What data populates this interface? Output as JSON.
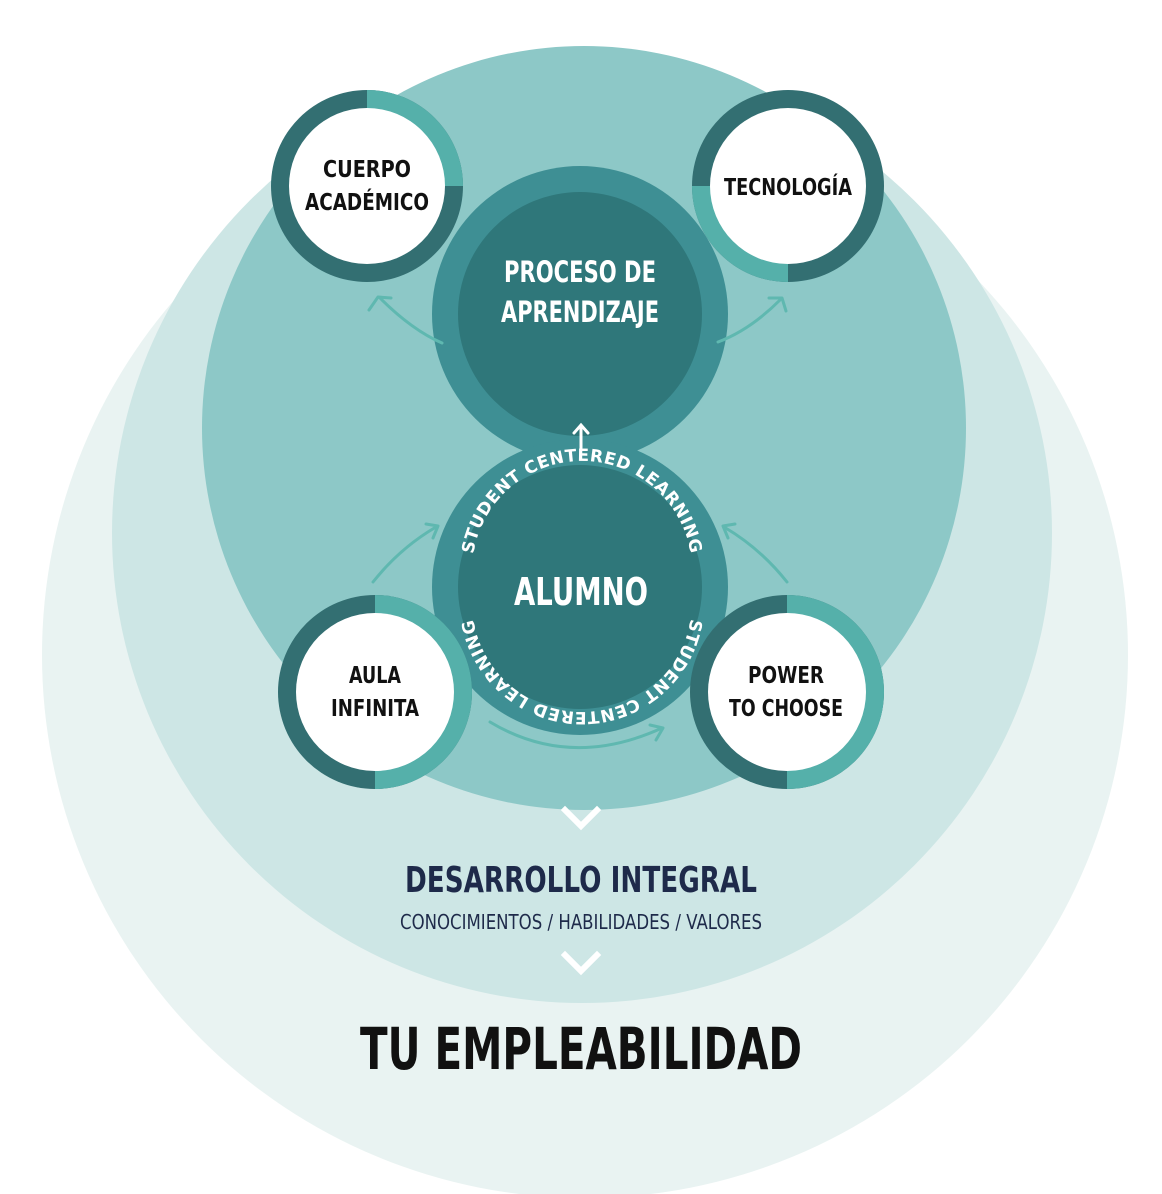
{
  "colors": {
    "ring_outer": "#e9f3f2",
    "ring_middle": "#cde6e5",
    "circle_main": "#8dc8c7",
    "process_ring": "#3e8f94",
    "process_core": "#2f777a",
    "node_dark": "#336f72",
    "node_light": "#55b0aa",
    "node_center": "#ffffff",
    "arrow": "#5fb8b0",
    "text_dark": "#111111",
    "text_navy": "#1e2a4a",
    "text_light": "#ffffff"
  },
  "center": {
    "process_title_line1": "PROCESO DE",
    "process_title_line2": "APRENDIZAJE",
    "student_title": "ALUMNO",
    "ring_text": "STUDENT CENTERED LEARNING"
  },
  "nodes": {
    "top_left_line1": "CUERPO",
    "top_left_line2": "ACADÉMICO",
    "top_right": "TECNOLOGÍA",
    "bottom_left_line1": "AULA",
    "bottom_left_line2": "INFINITA",
    "bottom_right_line1": "POWER",
    "bottom_right_line2": "TO CHOOSE"
  },
  "outcomes": {
    "development_title": "DESARROLLO INTEGRAL",
    "development_subtitle": "CONOCIMIENTOS / HABILIDADES / VALORES",
    "employability_title": "TU EMPLEABILIDAD"
  },
  "icons": {
    "chevron": "chevron-down-icon",
    "arrow_up": "arrow-up-icon",
    "curved_arrow": "curved-arrow-icon"
  }
}
